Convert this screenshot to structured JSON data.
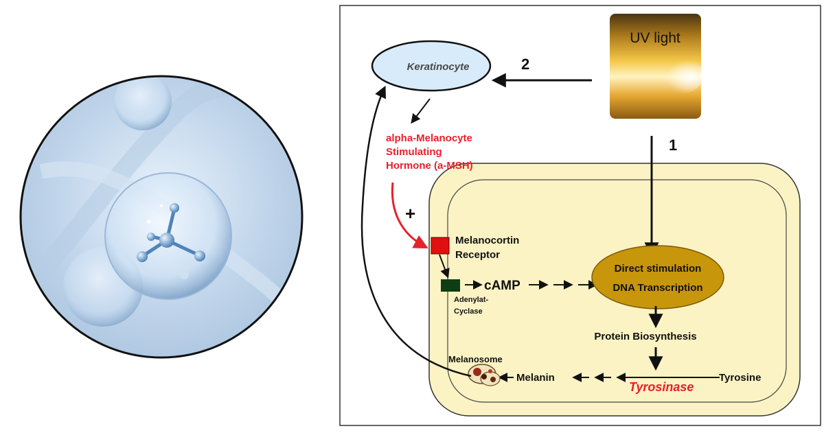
{
  "illustration": {
    "description_icon": "molecule-in-bubble-icon"
  },
  "diagram": {
    "uv_label": "UV light",
    "keratinocyte_label": "Keratinocyte",
    "path_2_label": "2",
    "path_1_label": "1",
    "msh_line1": "alpha-Melanocyte",
    "msh_line2": "Stimulating",
    "msh_line3": "Hormone (a-MSH)",
    "plus_label": "+",
    "receptor_line1": "Melanocortin",
    "receptor_line2": "Receptor",
    "camp_label": "cAMP",
    "adenylat_line1": "Adenylat-",
    "adenylat_line2": "Cyclase",
    "direct_line1": "Direct stimulation",
    "direct_line2": "DNA Transcription",
    "protein_label": "Protein Biosynthesis",
    "tyrosine_label": "Tyrosine",
    "tyrosinase_label": "Tyrosinase",
    "melanin_label": "Melanin",
    "melanosome_label": "Melanosome"
  },
  "colors": {
    "msh_red": "#e8202a",
    "receptor_red": "#e01010",
    "adenylat_green": "#0f3d12",
    "ellipse_gold": "#c8960a",
    "cell_fill": "#fbf3c4",
    "keratinocyte_fill": "#d8ebfa"
  }
}
